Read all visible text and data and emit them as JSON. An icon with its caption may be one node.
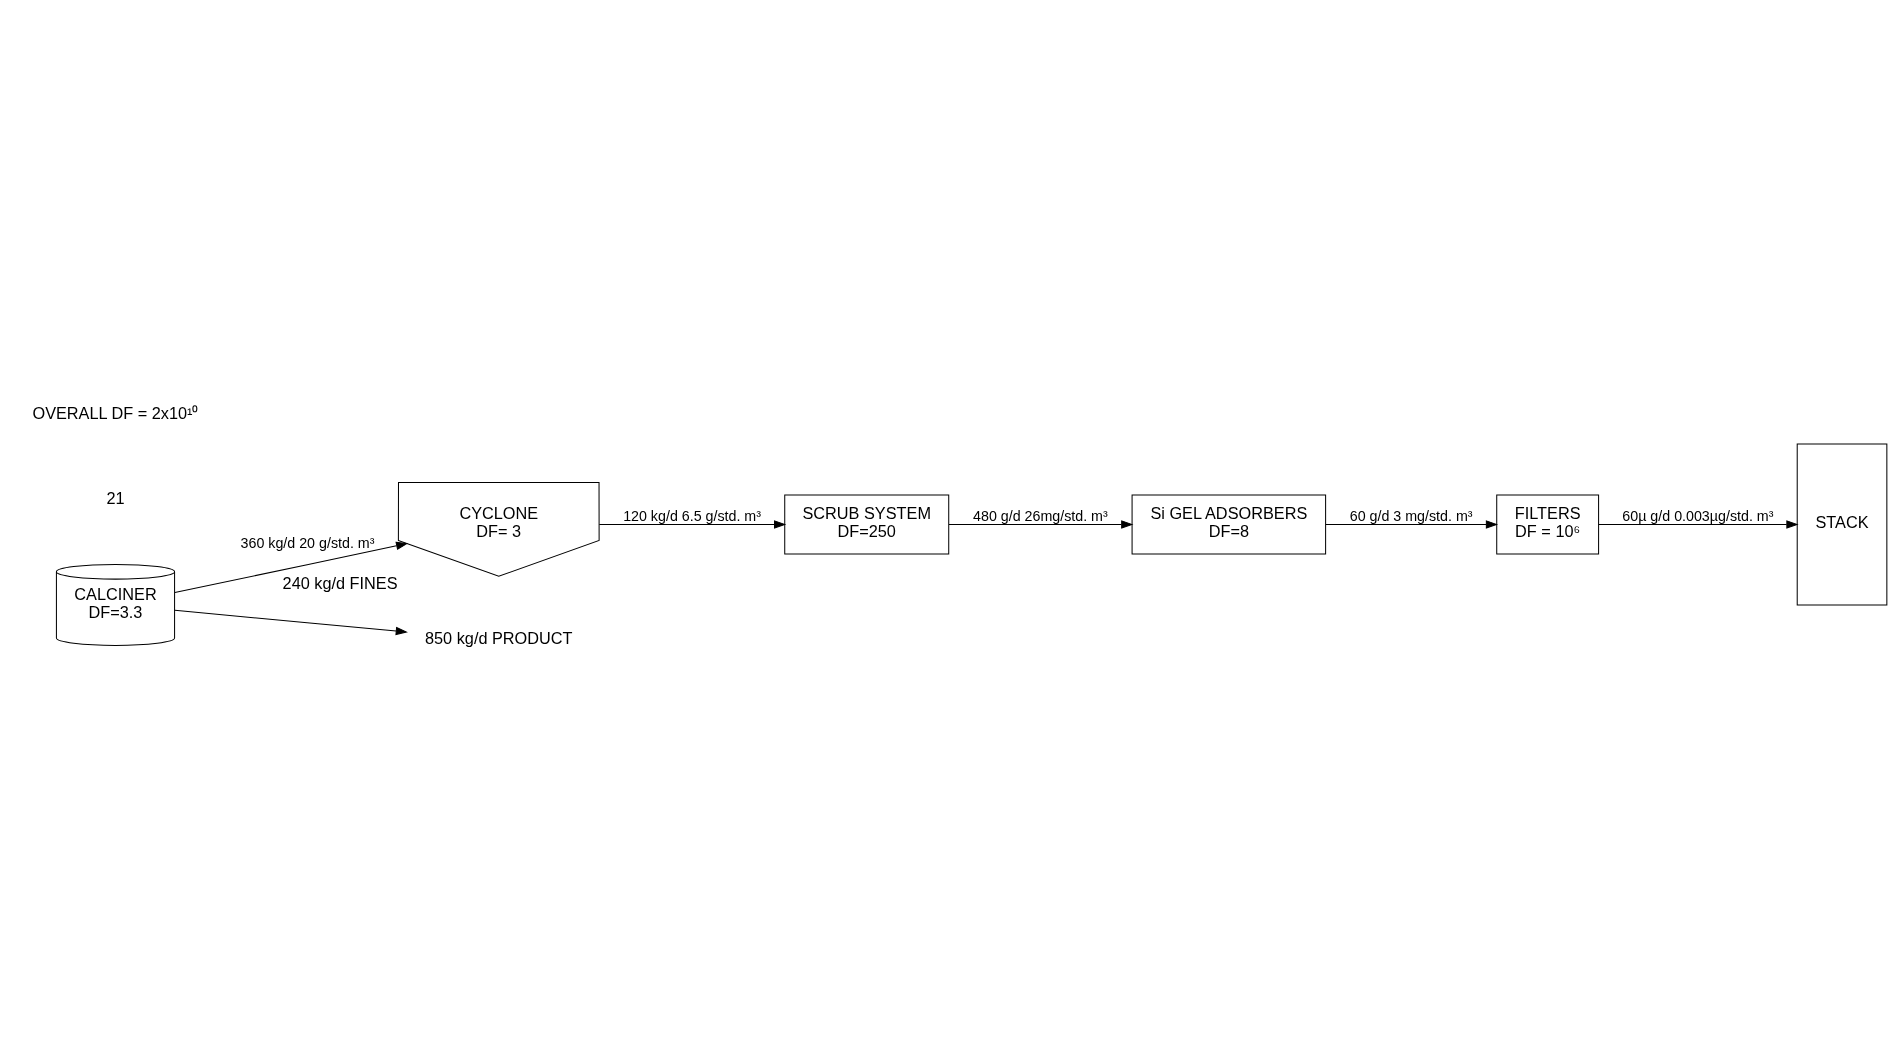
{
  "diagram": {
    "nodes": [
      {
        "text": [
          "CALCINER",
          "DF=3.3"
        ]
      },
      {
        "text": [
          "CYCLONE",
          "DF= 3"
        ],
        "beside": [
          "240 kg/d FINES"
        ]
      },
      {
        "text": [
          "SCRUB SYSTEM",
          "DF=250"
        ]
      },
      {
        "text": [
          "Si GEL ADSORBERS",
          "DF=8"
        ]
      },
      {
        "text": [
          "FILTERS",
          "DF = 10⁶"
        ]
      },
      {
        "text": [
          "STACK"
        ]
      },
      {
        "text": [
          "850 kg/d PRODUCT"
        ]
      }
    ],
    "edges": [
      {
        "from": 0,
        "to": 1,
        "arrow": "to",
        "label": "360 kg/d 20 g/std. m³"
      },
      {
        "from": 1,
        "to": 2,
        "arrow": "to",
        "label": "120 kg/d 6.5 g/std. m³"
      },
      {
        "from": 2,
        "to": 3,
        "arrow": "to",
        "label": "480 g/d 26mg/std. m³"
      },
      {
        "from": 3,
        "to": 4,
        "arrow": "to",
        "label": "60 g/d 3 mg/std. m³"
      },
      {
        "from": 4,
        "to": 5,
        "arrow": "to",
        "label": "60µ g/d 0.003µg/std. m³"
      },
      {
        "from": 0,
        "to": 6,
        "arrow": "to"
      }
    ],
    "labels": [
      "21",
      "OVERALL DF = 2x10¹⁰"
    ]
  }
}
